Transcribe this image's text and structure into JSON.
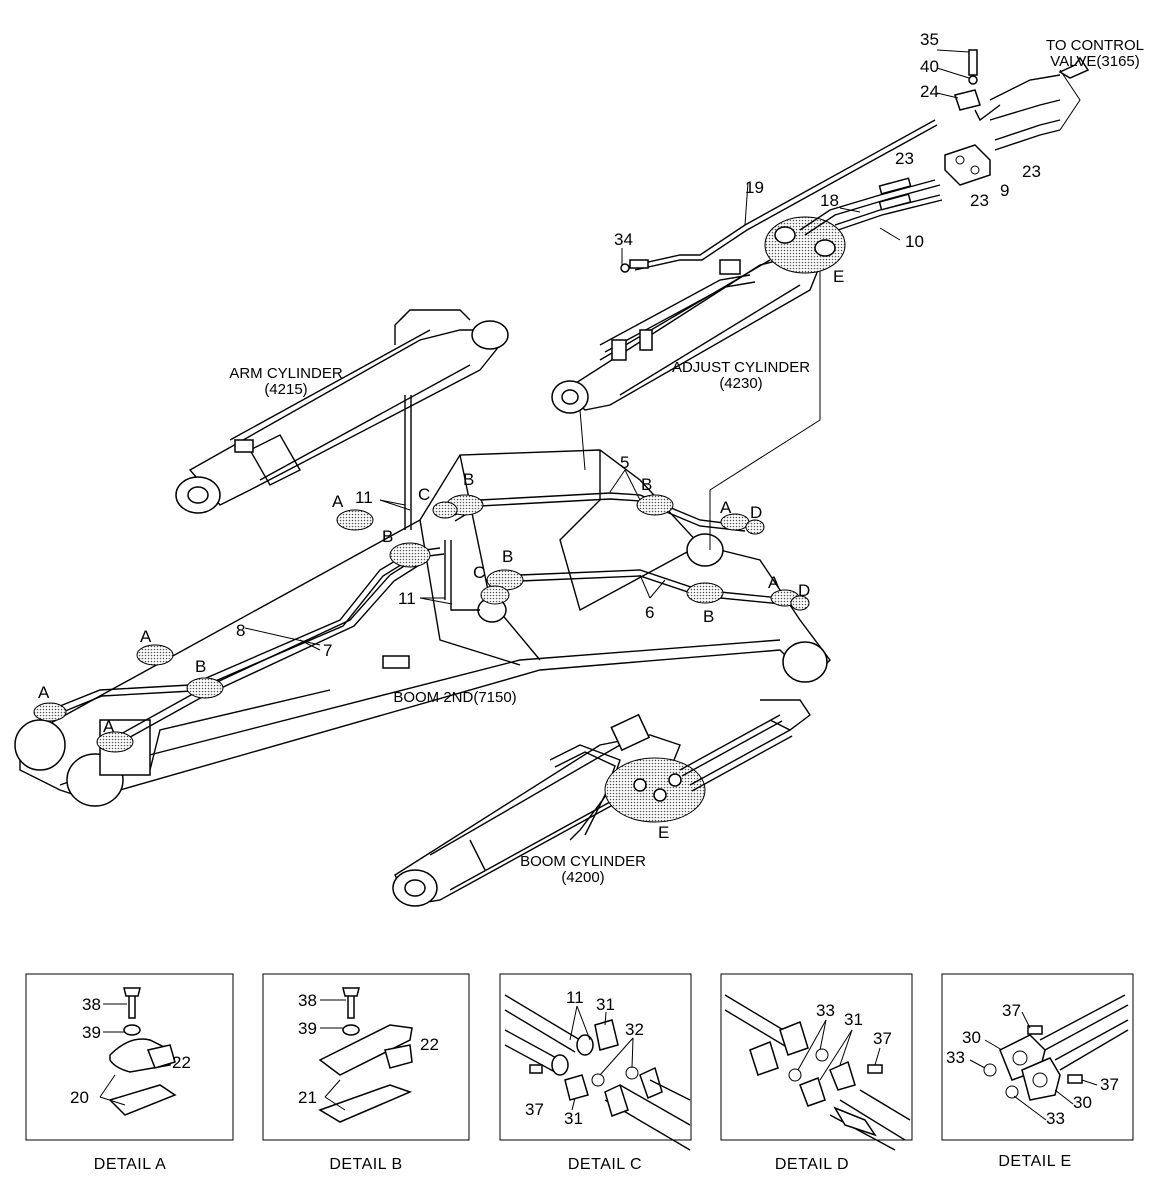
{
  "assemblies": {
    "arm_cylinder": [
      "ARM CYLINDER",
      "(4215)"
    ],
    "adjust_cylinder": [
      "ADJUST CYLINDER",
      "(4230)"
    ],
    "boom_2nd": "BOOM 2ND(7150)",
    "boom_cylinder": [
      "BOOM CYLINDER",
      "(4200)"
    ],
    "control_valve": [
      "TO CONTROL",
      "VALVE(3165)"
    ]
  },
  "callouts": {
    "main": [
      "35",
      "40",
      "24",
      "23",
      "23",
      "9",
      "23",
      "19",
      "18",
      "10",
      "34",
      "E",
      "5",
      "B",
      "A",
      "D",
      "11",
      "C",
      "B",
      "A",
      "B",
      "11",
      "C",
      "B",
      "A",
      "D",
      "6",
      "B",
      "8",
      "7",
      "A",
      "A",
      "B",
      "A",
      "E"
    ],
    "detail_a": [
      "38",
      "39",
      "22",
      "20"
    ],
    "detail_b": [
      "38",
      "39",
      "22",
      "21"
    ],
    "detail_c": [
      "11",
      "31",
      "32",
      "37",
      "31"
    ],
    "detail_d": [
      "33",
      "31",
      "37"
    ],
    "detail_e": [
      "37",
      "30",
      "33",
      "37",
      "30",
      "33"
    ]
  },
  "details": [
    "DETAIL  A",
    "DETAIL  B",
    "DETAIL  C",
    "DETAIL  D",
    "DETAIL  E"
  ]
}
